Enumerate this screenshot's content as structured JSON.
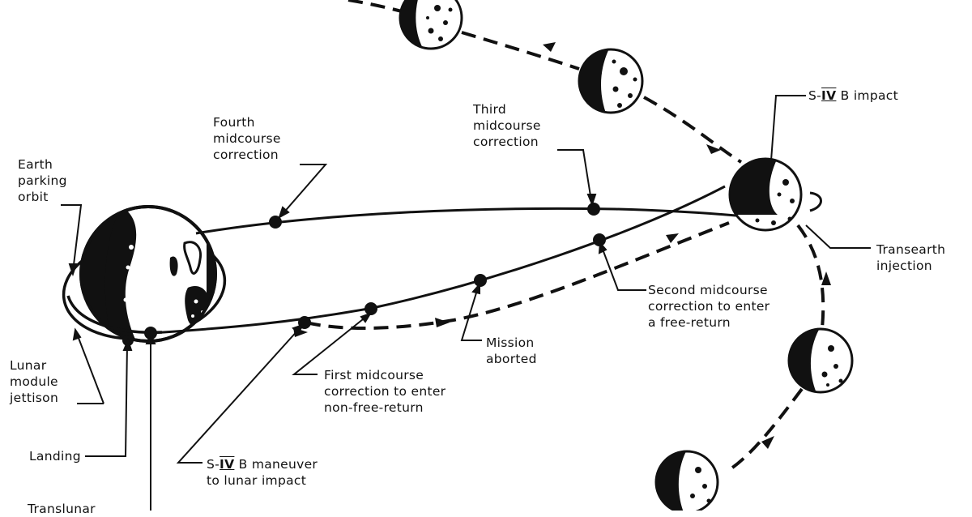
{
  "diagram": {
    "type": "mission trajectory diagram",
    "subject": "Lunar mission profile with abort and free-return options",
    "colors": {
      "ink": "#111111",
      "background": "#ffffff"
    },
    "bodies": [
      {
        "id": "earth",
        "name": "Earth"
      },
      {
        "id": "moon-impact",
        "name": "Moon (S-IVB impact / transearth injection position)"
      },
      {
        "id": "moon-1",
        "name": "Moon (orbit position)"
      },
      {
        "id": "moon-2",
        "name": "Moon (orbit position)"
      },
      {
        "id": "moon-3",
        "name": "Moon (orbit position)"
      },
      {
        "id": "moon-4",
        "name": "Moon (orbit position)"
      }
    ],
    "paths": [
      {
        "id": "outbound",
        "style": "solid",
        "description": "Translunar trajectory (non-free-return)"
      },
      {
        "id": "upper-return",
        "style": "solid",
        "description": "Return trajectory to Earth"
      },
      {
        "id": "free-return",
        "style": "dashed",
        "description": "Free-return trajectory"
      },
      {
        "id": "moon-orbit-path",
        "style": "dashed",
        "description": "Moon orbital motion"
      }
    ]
  },
  "labels": {
    "earth_parking_orbit": [
      "Earth",
      "parking",
      "orbit"
    ],
    "fourth_midcourse": [
      "Fourth",
      "midcourse",
      "correction"
    ],
    "third_midcourse": [
      "Third",
      "midcourse",
      "correction"
    ],
    "sivb_impact": {
      "prefix": "S-",
      "numeral": "IV",
      "suffix": "B impact"
    },
    "transearth_injection": [
      "Transearth",
      "injection"
    ],
    "second_midcourse": [
      "Second midcourse",
      "correction to enter",
      "a free-return"
    ],
    "mission_aborted": [
      "Mission",
      "aborted"
    ],
    "first_midcourse": [
      "First midcourse",
      "correction to enter",
      "non-free-return"
    ],
    "lunar_module_jettison": [
      "Lunar",
      "module",
      "jettison"
    ],
    "landing": "Landing",
    "sivb_maneuver": {
      "prefix": "S-",
      "numeral": "IV",
      "suffix": "B maneuver",
      "line2": "to lunar impact"
    },
    "translunar": "Translunar"
  }
}
